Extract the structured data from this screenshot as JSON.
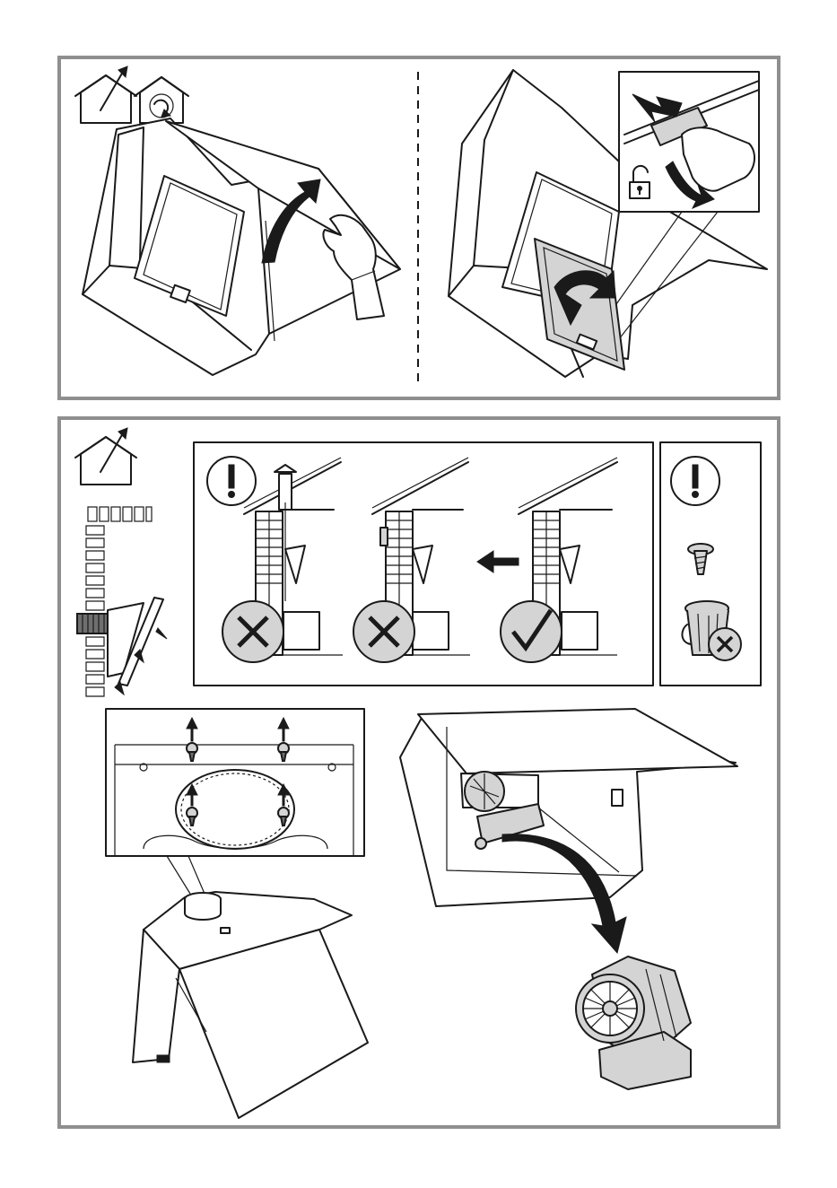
{
  "colors": {
    "frame": "#8f8f8f",
    "line": "#1a1a1a",
    "shade_light": "#d4d4d4",
    "shade_dark": "#6f6f6f",
    "background": "#ffffff"
  },
  "top_panel": {
    "left_step": {
      "mode_icons": [
        "ducted-mode-icon",
        "recirculation-mode-icon"
      ],
      "action": "lift-front-panel"
    },
    "right_step": {
      "inset_icon": "unlock-icon",
      "action": "release-and-remove-filter"
    }
  },
  "bottom_panel": {
    "mode_icon": "ducted-mode-icon",
    "warning_box": {
      "icon": "warning-icon",
      "scenes": [
        {
          "result": "wrong",
          "icon": "cross-icon"
        },
        {
          "result": "wrong",
          "icon": "cross-icon"
        },
        {
          "result": "correct",
          "icon": "check-icon"
        }
      ]
    },
    "disposal_box": {
      "icons": [
        "warning-icon",
        "screw-icon",
        "trash-bin-icon",
        "cross-icon"
      ]
    },
    "screws_detail": {
      "screw_count": 4
    },
    "motor_removal": {
      "icon": "fan-motor-icon"
    }
  }
}
